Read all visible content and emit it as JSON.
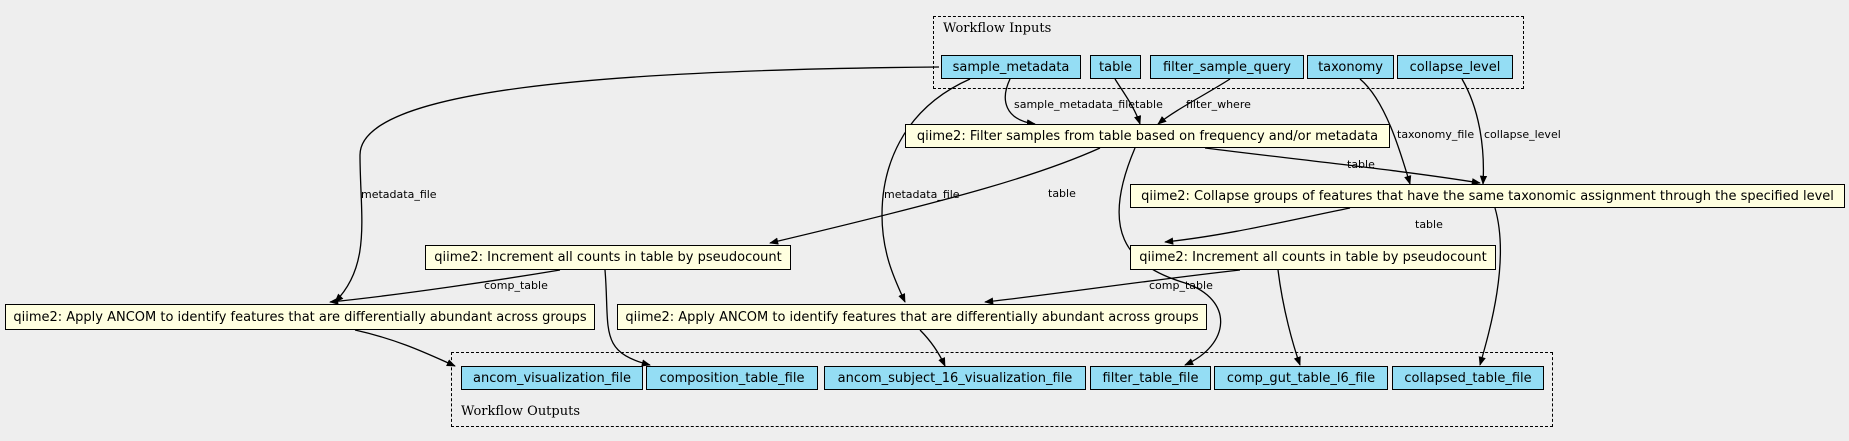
{
  "clusters": {
    "inputs_label": "Workflow Inputs",
    "outputs_label": "Workflow Outputs"
  },
  "inputs": [
    {
      "id": "sample_metadata",
      "label": "sample_metadata"
    },
    {
      "id": "table",
      "label": "table"
    },
    {
      "id": "filter_sample_query",
      "label": "filter_sample_query"
    },
    {
      "id": "taxonomy",
      "label": "taxonomy"
    },
    {
      "id": "collapse_level",
      "label": "collapse_level"
    }
  ],
  "steps": [
    {
      "id": "filter",
      "label": "qiime2: Filter samples from table based on frequency and/or metadata"
    },
    {
      "id": "collapse",
      "label": "qiime2: Collapse groups of features that have the same taxonomic assignment through the specified level"
    },
    {
      "id": "pseudo1",
      "label": "qiime2: Increment all counts in table by pseudocount"
    },
    {
      "id": "pseudo2",
      "label": "qiime2: Increment all counts in table by pseudocount"
    },
    {
      "id": "ancom1",
      "label": "qiime2: Apply ANCOM to identify features that are differentially abundant across groups"
    },
    {
      "id": "ancom2",
      "label": "qiime2: Apply ANCOM to identify features that are differentially abundant across groups"
    }
  ],
  "outputs": [
    {
      "id": "ancom_visualization_file",
      "label": "ancom_visualization_file"
    },
    {
      "id": "composition_table_file",
      "label": "composition_table_file"
    },
    {
      "id": "ancom_subject_16_visualization_file",
      "label": "ancom_subject_16_visualization_file"
    },
    {
      "id": "filter_table_file",
      "label": "filter_table_file"
    },
    {
      "id": "comp_gut_table_l6_file",
      "label": "comp_gut_table_l6_file"
    },
    {
      "id": "collapsed_table_file",
      "label": "collapsed_table_file"
    }
  ],
  "edge_labels": [
    {
      "id": "e_sm_filter",
      "text": "sample_metadata_file"
    },
    {
      "id": "e_table_filter",
      "text": "table"
    },
    {
      "id": "e_fsq_filter",
      "text": "filter_where"
    },
    {
      "id": "e_tax_collapse",
      "text": "taxonomy_file"
    },
    {
      "id": "e_cl_collapse",
      "text": "collapse_level"
    },
    {
      "id": "e_filter_collapse",
      "text": "table"
    },
    {
      "id": "e_filter_pseudo1",
      "text": "table"
    },
    {
      "id": "e_sm_ancom1",
      "text": "metadata_file"
    },
    {
      "id": "e_sm_ancom2",
      "text": "metadata_file"
    },
    {
      "id": "e_collapse_pseudo2",
      "text": "table"
    },
    {
      "id": "e_pseudo1_ancom1",
      "text": "comp_table"
    },
    {
      "id": "e_pseudo2_ancom2",
      "text": "comp_table"
    }
  ]
}
